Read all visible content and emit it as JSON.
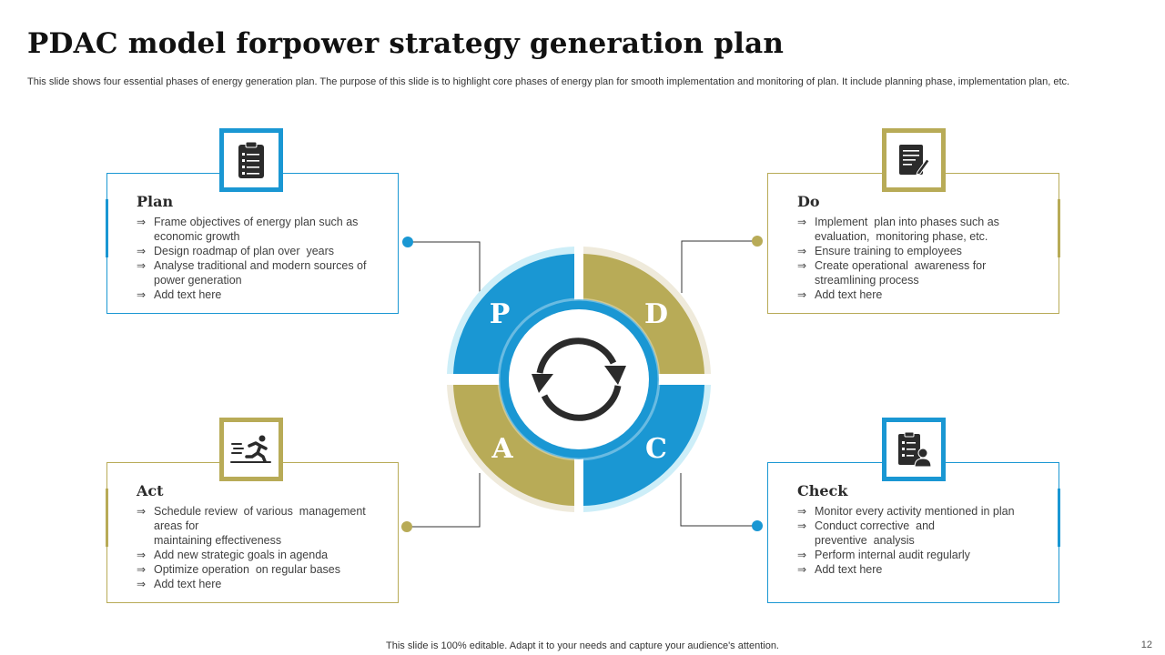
{
  "page": {
    "title": "PDAC model forpower strategy generation plan",
    "subtitle": "This slide shows four essential phases of energy generation plan. The purpose of this slide is to highlight core phases of energy plan for smooth implementation and monitoring of plan. It include planning phase, implementation plan, etc.",
    "footer": "This slide is 100% editable. Adapt it to your needs and capture your audience's attention.",
    "page_number": "12"
  },
  "colors": {
    "blue": "#1a97d3",
    "olive": "#b8ab57",
    "light_blue_ring": "#cdeef8",
    "light_olive_ring": "#efeadb",
    "icon_dark": "#2b2b2b"
  },
  "cycle": {
    "letters": {
      "p": "P",
      "d": "D",
      "a": "A",
      "c": "C"
    },
    "center_icon": "refresh-cycle-icon"
  },
  "phases": {
    "plan": {
      "heading": "Plan",
      "icon": "clipboard-checklist-icon",
      "items": [
        [
          "Frame objectives of energy plan such as",
          "economic growth"
        ],
        [
          "Design roadmap of plan over  years"
        ],
        [
          "Analyse traditional and modern sources of",
          "power generation"
        ],
        [
          "Add text here"
        ]
      ]
    },
    "do": {
      "heading": "Do",
      "icon": "document-pen-icon",
      "items": [
        [
          "Implement  plan into phases such as",
          "evaluation,  monitoring phase, etc."
        ],
        [
          "Ensure training to employees"
        ],
        [
          "Create operational  awareness for",
          "streamlining process"
        ],
        [
          "Add text here"
        ]
      ]
    },
    "act": {
      "heading": "Act",
      "icon": "running-person-icon",
      "items": [
        [
          "Schedule review  of various  management",
          "areas for",
          "maintaining effectiveness"
        ],
        [
          "Add new strategic goals in agenda"
        ],
        [
          "Optimize operation  on regular bases"
        ],
        [
          "Add text here"
        ]
      ]
    },
    "check": {
      "heading": "Check",
      "icon": "checklist-person-icon",
      "items": [
        [
          "Monitor every activity mentioned in plan"
        ],
        [
          "Conduct corrective  and",
          "preventive  analysis"
        ],
        [
          "Perform internal audit regularly"
        ],
        [
          "Add text here"
        ]
      ]
    }
  }
}
